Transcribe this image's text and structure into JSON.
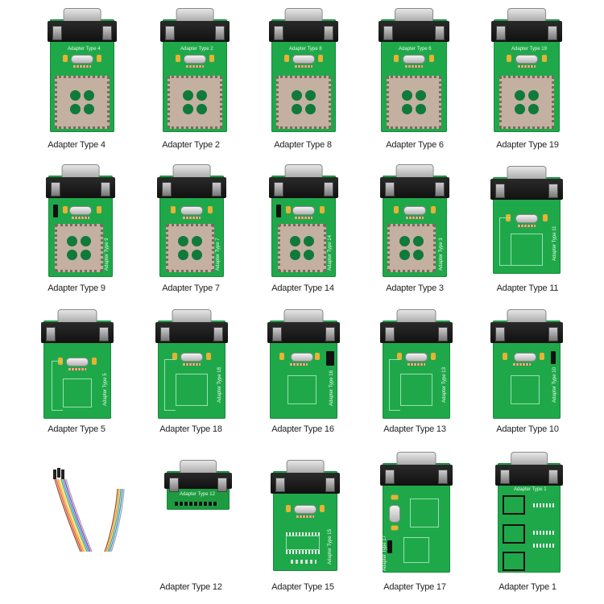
{
  "page": {
    "description": "Product photo grid of green PCB programmer adapter boards with DB9 connectors",
    "background": "#ffffff",
    "board_color": "#1fa84a"
  },
  "rows": [
    {
      "items": [
        {
          "label": "Adapter Type 4",
          "silk": "Adapter Type 4",
          "kind": "plcc"
        },
        {
          "label": "Adapter Type 2",
          "silk": "Adapter Type 2",
          "kind": "plcc"
        },
        {
          "label": "Adapter Type 8",
          "silk": "Adapter Type 8",
          "kind": "plcc"
        },
        {
          "label": "Adapter Type 6",
          "silk": "Adapter Type 6",
          "kind": "plcc"
        },
        {
          "label": "Adapter Type 19",
          "silk": "Adapter Type 19",
          "kind": "plcc"
        }
      ]
    },
    {
      "items": [
        {
          "label": "Adapter Type 9",
          "silk": "Adapter Type 9",
          "kind": "plcc-small"
        },
        {
          "label": "Adapter Type 7",
          "silk": "Adapter Type 7",
          "kind": "plcc-small"
        },
        {
          "label": "Adapter Type 14",
          "silk": "Adapter Type 14",
          "kind": "plcc-small"
        },
        {
          "label": "Adapter Type 3",
          "silk": "Adapter Type 3",
          "kind": "plcc-small"
        },
        {
          "label": "Adapter Type 11",
          "silk": "Adapter Type 11",
          "kind": "traces"
        }
      ]
    },
    {
      "items": [
        {
          "label": "Adapter Type 5",
          "silk": "Adapter Type 5",
          "kind": "traces"
        },
        {
          "label": "Adapter Type 18",
          "silk": "Adapter Type 18",
          "kind": "traces"
        },
        {
          "label": "Adapter Type 16",
          "silk": "Adapter Type 16",
          "kind": "traces-jumper"
        },
        {
          "label": "Adapter Type 13",
          "silk": "Adapter Type 13",
          "kind": "traces"
        },
        {
          "label": "Adapter Type 10",
          "silk": "Adapter Type 10",
          "kind": "traces-jumper"
        }
      ]
    },
    {
      "items": [
        {
          "label": "",
          "kind": "ribbon-cable"
        },
        {
          "label": "Adapter Type 12",
          "silk": "Adapter Type 12",
          "kind": "pinheader"
        },
        {
          "label": "Adapter Type 15",
          "silk": "Adapter Type 15",
          "kind": "soic"
        },
        {
          "label": "Adapter Type 17",
          "silk": "Adapter Type 17",
          "kind": "traces-jumper"
        },
        {
          "label": "Adapter Type 1",
          "silk": "Adapter Type 1",
          "kind": "sockets"
        }
      ]
    }
  ]
}
